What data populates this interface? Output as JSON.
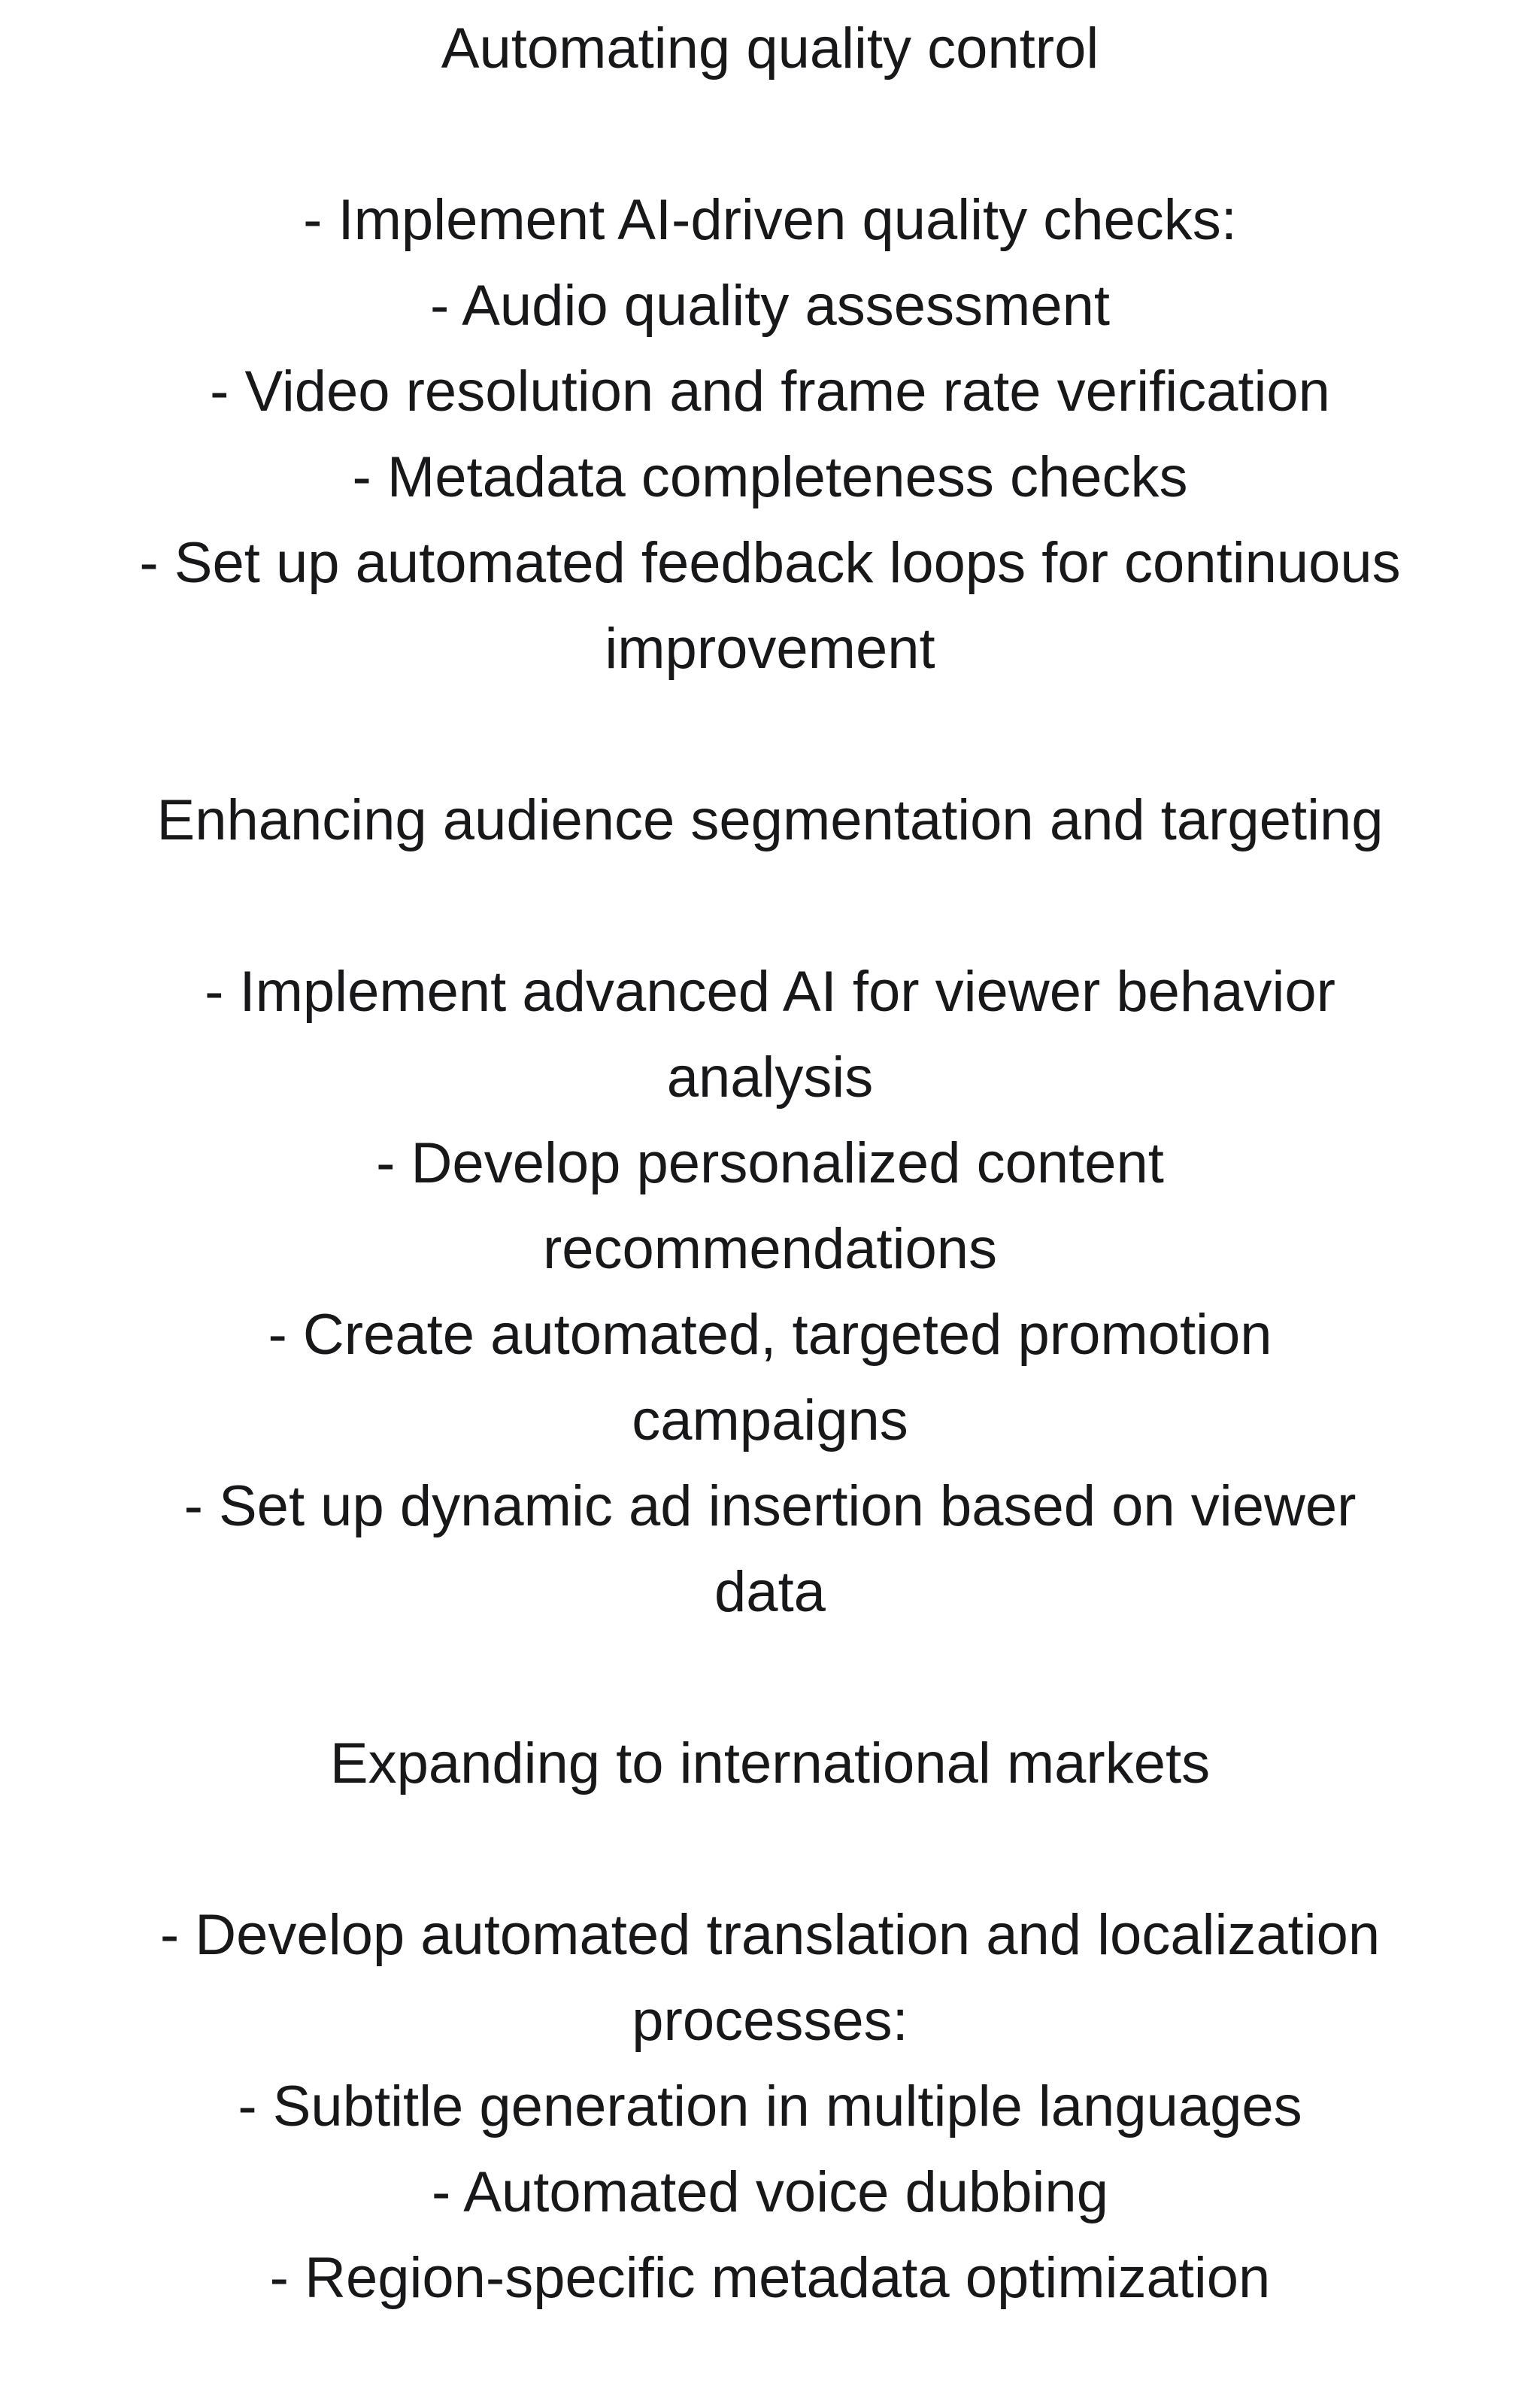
{
  "document": {
    "background_color": "#ffffff",
    "text_color": "#18181b",
    "title": "Automating quality control",
    "blocks": [
      {
        "id": "section-quality-control",
        "heading": "Automating quality control",
        "lines": [
          {
            "type": "blank",
            "text": ""
          },
          {
            "type": "bullet",
            "text": "- Implement AI-driven quality checks:"
          },
          {
            "type": "bullet",
            "text": "- Audio quality assessment"
          },
          {
            "type": "bullet",
            "text": "- Video resolution and frame rate verification"
          },
          {
            "type": "bullet",
            "text": "- Metadata completeness checks"
          },
          {
            "type": "bullet",
            "text": "- Set up automated feedback loops for continuous"
          },
          {
            "type": "cont",
            "text": "improvement"
          },
          {
            "type": "blank",
            "text": ""
          }
        ]
      },
      {
        "id": "section-audience-segmentation",
        "heading": "Enhancing audience segmentation and targeting",
        "lines": [
          {
            "type": "blank",
            "text": ""
          },
          {
            "type": "bullet",
            "text": "- Implement advanced AI for viewer behavior"
          },
          {
            "type": "cont",
            "text": "analysis"
          },
          {
            "type": "bullet",
            "text": "- Develop personalized content"
          },
          {
            "type": "cont",
            "text": "recommendations"
          },
          {
            "type": "bullet",
            "text": "- Create automated, targeted promotion"
          },
          {
            "type": "cont",
            "text": "campaigns"
          },
          {
            "type": "bullet",
            "text": "- Set up dynamic ad insertion based on viewer"
          },
          {
            "type": "cont",
            "text": "data"
          },
          {
            "type": "blank",
            "text": ""
          }
        ]
      },
      {
        "id": "section-international-markets",
        "heading": "Expanding to international markets",
        "lines": [
          {
            "type": "blank",
            "text": ""
          },
          {
            "type": "bullet",
            "text": "- Develop automated translation and localization"
          },
          {
            "type": "cont",
            "text": "processes:"
          },
          {
            "type": "bullet",
            "text": "- Subtitle generation in multiple languages"
          },
          {
            "type": "bullet",
            "text": "- Automated voice dubbing"
          },
          {
            "type": "bullet",
            "text": "- Region-specific metadata optimization"
          }
        ]
      }
    ]
  }
}
